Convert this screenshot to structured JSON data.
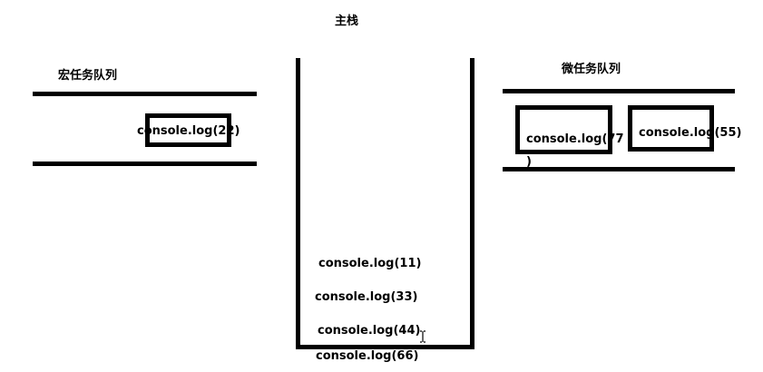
{
  "titles": {
    "main_stack": "主栈",
    "macro_queue": "宏任务队列",
    "micro_queue": "微任务队列"
  },
  "macro_queue": {
    "items": [
      "console.log(22)"
    ]
  },
  "micro_queue": {
    "item_1_line_1": "console.log(77",
    "item_1_line_2": ")",
    "item_2": "console.log(55)"
  },
  "main_stack": {
    "items": [
      "console.log(11)",
      "console.log(33)",
      "console.log(44)",
      "console.log(66)"
    ]
  },
  "icons": {
    "cursor": "text-cursor-ibeam-icon"
  }
}
